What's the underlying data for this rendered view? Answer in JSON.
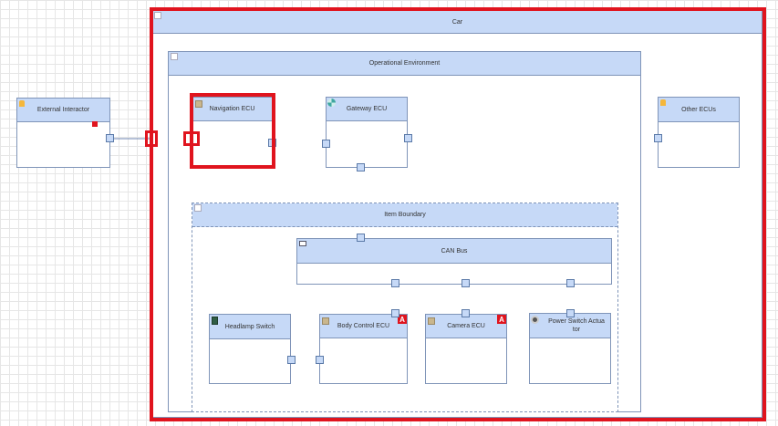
{
  "blocks": {
    "car": "Car",
    "operational_environment": "Operational Environment",
    "external_interactor": "External Interactor",
    "navigation_ecu": "Navigation ECU",
    "gateway_ecu": "Gateway ECU",
    "other_ecus": "Other ECUs",
    "item_boundary": "Item Boundary",
    "can_bus": "CAN Bus",
    "headlamp_switch": "Headlamp Switch",
    "body_control_ecu": "Body Control ECU",
    "camera_ecu": "Camera ECU",
    "power_switch_actuator": "Power Switch Actua tor"
  },
  "badges": {
    "body_control_ecu": "A",
    "camera_ecu": "A"
  },
  "colors": {
    "header_fill": "#c6d9f7",
    "border": "#7f94b8",
    "selection": "#e0141e"
  }
}
